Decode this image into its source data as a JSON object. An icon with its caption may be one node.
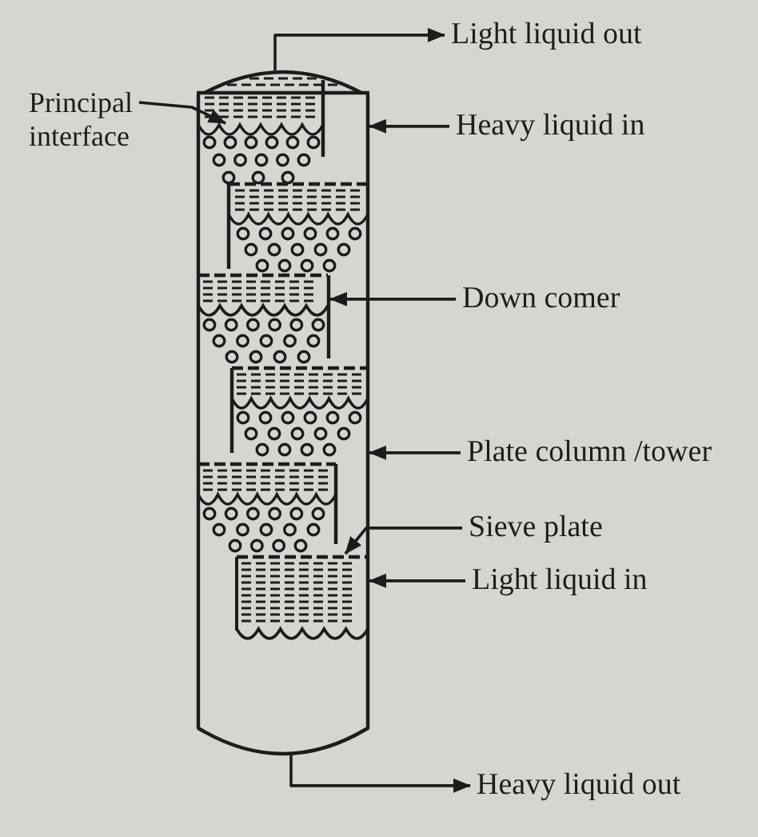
{
  "diagram": {
    "nodes": [
      {
        "text": [
          "Light liquid out"
        ]
      },
      {
        "text": [
          "Principal interface"
        ]
      },
      {
        "text": [],
        "shape": "cylinder"
      },
      {
        "text": [],
        "shape": "line",
        "in": 2
      },
      {
        "text": [
          "Heavy liquid in"
        ]
      },
      {
        "text": [
          "Down comer"
        ]
      },
      {
        "text": [],
        "shape": "bar",
        "in": 2
      },
      {
        "text": [
          "Plate column /tower"
        ]
      },
      {
        "text": [
          "Sieve plate"
        ]
      },
      {
        "text": [],
        "shape": "bar",
        "in": 2
      },
      {
        "text": [
          "Light liquid in"
        ]
      },
      {
        "text": [
          "Heavy liquid out"
        ]
      }
    ],
    "edges": [
      {
        "from": 2,
        "to": 0,
        "arrow": "to"
      },
      {
        "from": 1,
        "to": 3,
        "arrow": "to"
      },
      {
        "from": 4,
        "to": 2,
        "arrow": "to"
      },
      {
        "from": 5,
        "to": 6,
        "arrow": "to"
      },
      {
        "from": 7,
        "to": 2,
        "arrow": "to"
      },
      {
        "from": 8,
        "to": 9,
        "arrow": "to"
      },
      {
        "from": 10,
        "to": 2,
        "arrow": "to"
      },
      {
        "from": 2,
        "to": 11,
        "arrow": "to"
      }
    ]
  }
}
